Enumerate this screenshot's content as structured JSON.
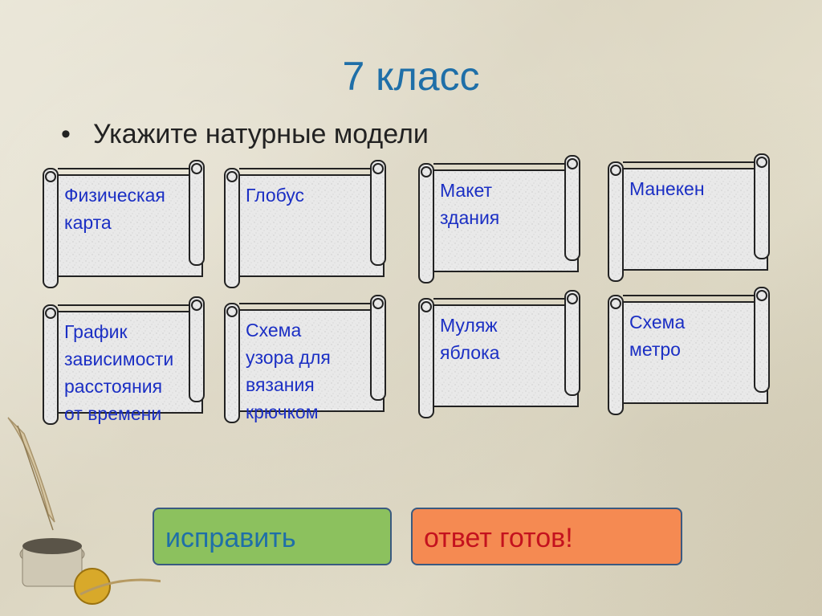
{
  "slide": {
    "title": "7 класс",
    "bullet": "•",
    "question": "Укажите натурные модели"
  },
  "cards": [
    {
      "name": "card-fizicheskaya-karta",
      "text": "Физическая\n карта"
    },
    {
      "name": "card-globus",
      "text": "Глобус"
    },
    {
      "name": "card-maket-zdaniya",
      "text": "Макет\nздания"
    },
    {
      "name": "card-maneken",
      "text": "Манекен"
    },
    {
      "name": "card-grafik",
      "text": "График\n зависимости\nрасстояния\nот времени"
    },
    {
      "name": "card-skhema-uzora",
      "text": "Схема\nузора для\n вязания\nкрючком"
    },
    {
      "name": "card-mulyazh-yabloka",
      "text": " Муляж\nяблока"
    },
    {
      "name": "card-skhema-metro",
      "text": "  Схема\nметро"
    }
  ],
  "buttons": {
    "fix_label": "исправить",
    "ready_label": "ответ готов!"
  },
  "colors": {
    "title": "#1f6fa8",
    "card_text": "#1b2fc4",
    "fix_button": "#8cc15e",
    "ready_button": "#f58a52"
  }
}
